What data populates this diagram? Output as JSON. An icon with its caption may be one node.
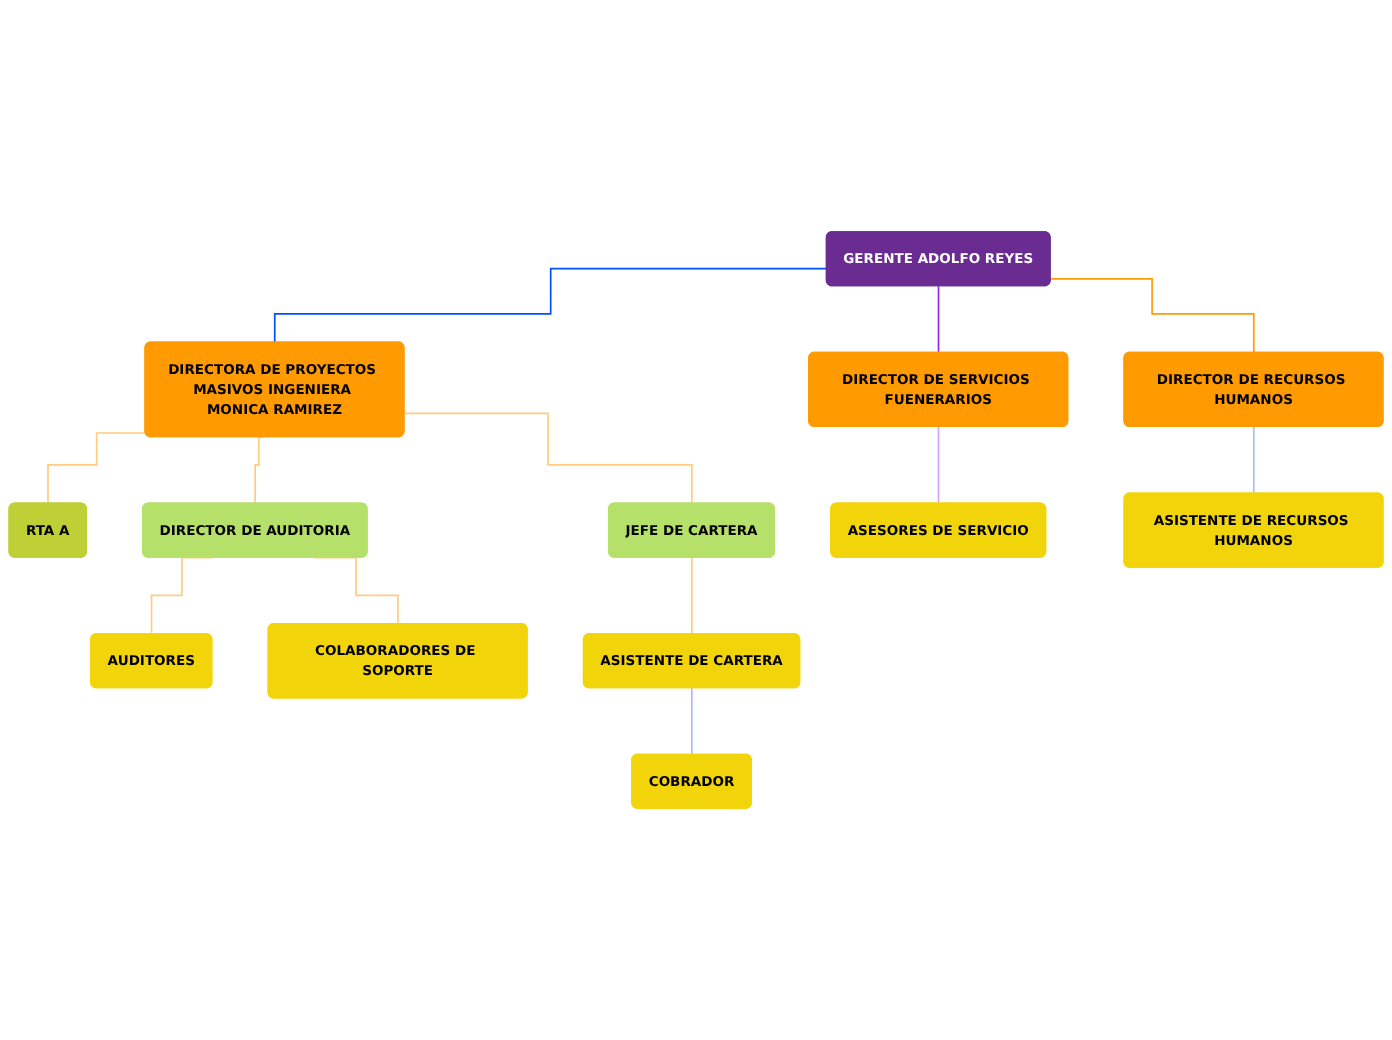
{
  "diagram": {
    "nodes": [
      {
        "text": [
          "GERENTE ADOLFO REYES"
        ]
      },
      {
        "text": [
          "DIRECTORA DE PROYECTOS MASIVOS INGENIERA MONICA RAMIREZ"
        ]
      },
      {
        "text": [
          "DIRECTOR DE SERVICIOS FUENERARIOS"
        ]
      },
      {
        "text": [
          "DIRECTOR DE RECURSOS HUMANOS"
        ]
      },
      {
        "text": [
          "RTA A"
        ]
      },
      {
        "text": [
          "DIRECTOR DE AUDITORIA"
        ]
      },
      {
        "text": [
          "JEFE DE CARTERA"
        ]
      },
      {
        "text": [
          "ASESORES DE SERVICIO"
        ]
      },
      {
        "text": [
          "ASISTENTE DE RECURSOS HUMANOS"
        ]
      },
      {
        "text": [
          "AUDITORES"
        ]
      },
      {
        "text": [
          "COLABORADORES DE SOPORTE"
        ]
      },
      {
        "text": [
          "ASISTENTE DE CARTERA"
        ]
      },
      {
        "text": [
          "COBRADOR"
        ]
      }
    ],
    "edges": [
      {
        "from": 0,
        "to": 1,
        "arrow": "none",
        "color": "#0050ff"
      },
      {
        "from": 0,
        "to": 2,
        "arrow": "none",
        "color": "#a020f0"
      },
      {
        "from": 0,
        "to": 3,
        "arrow": "none",
        "color": "#ff9a00"
      },
      {
        "from": 1,
        "to": 4,
        "arrow": "none"
      },
      {
        "from": 1,
        "to": 5,
        "arrow": "none"
      },
      {
        "from": 1,
        "to": 6,
        "arrow": "none"
      },
      {
        "from": 2,
        "to": 7,
        "arrow": "none",
        "color": "#d9a0ff"
      },
      {
        "from": 3,
        "to": 8,
        "arrow": "none",
        "color": "#a8bcff"
      },
      {
        "from": 5,
        "to": 9,
        "arrow": "none"
      },
      {
        "from": 5,
        "to": 10,
        "arrow": "none"
      },
      {
        "from": 6,
        "to": 11,
        "arrow": "none"
      },
      {
        "from": 11,
        "to": 12,
        "arrow": "none",
        "color": "#a8bcff"
      }
    ]
  }
}
